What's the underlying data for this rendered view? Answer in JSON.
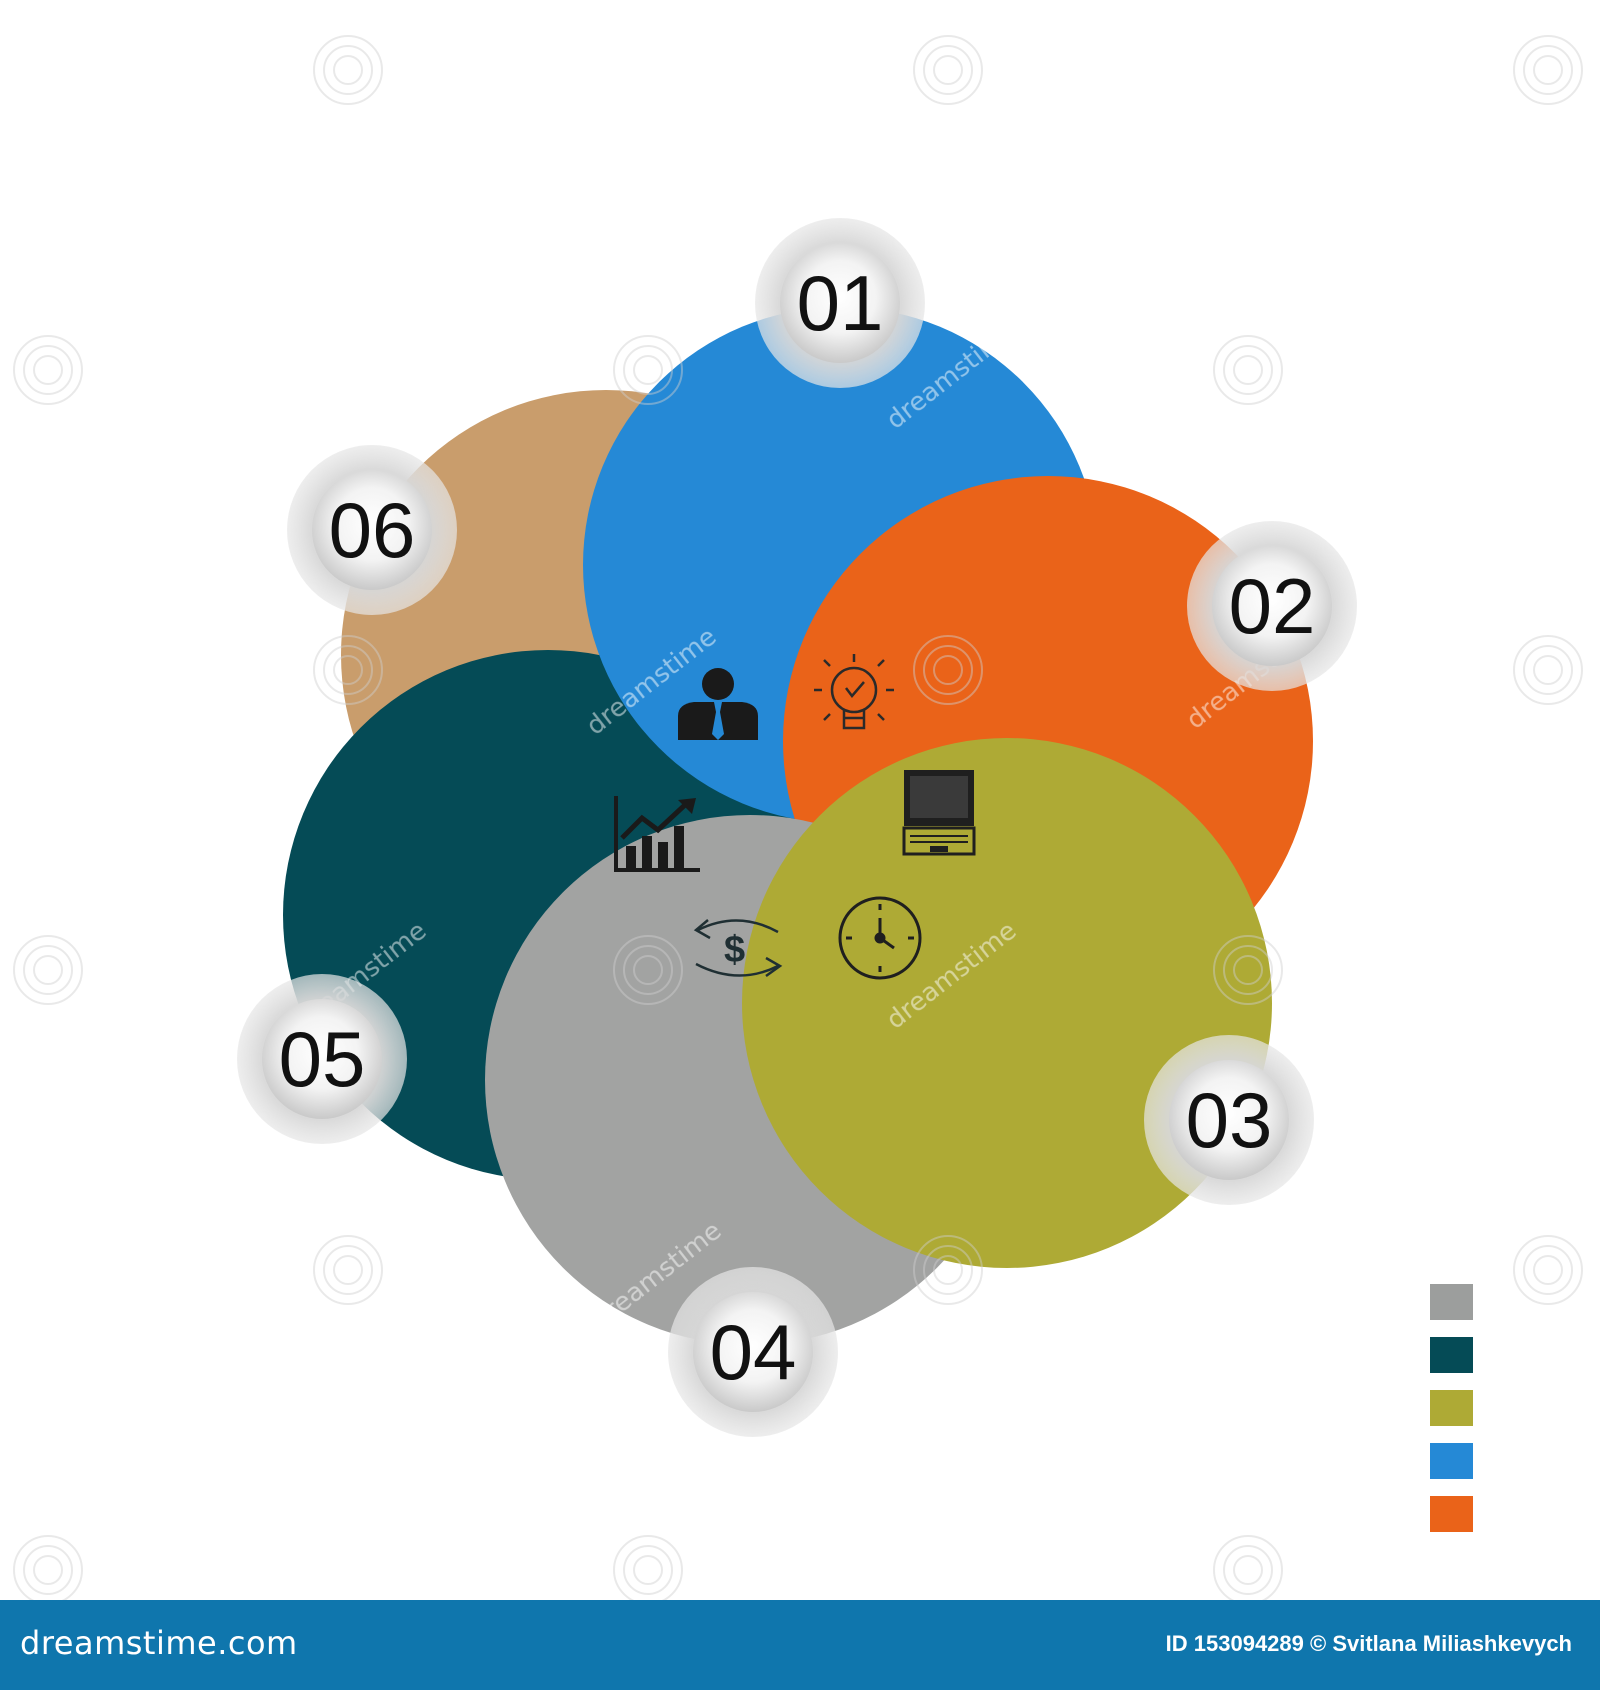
{
  "steps": [
    {
      "number": "01",
      "color": "#2589d6",
      "icon": "businessman-icon"
    },
    {
      "number": "02",
      "color": "#ea6319",
      "icon": "lightbulb-icon"
    },
    {
      "number": "03",
      "color": "#aeaa35",
      "icon": "laptop-icon"
    },
    {
      "number": "04",
      "color": "#a2a3a2",
      "icon": "clock-icon"
    },
    {
      "number": "05",
      "color": "#054b56",
      "icon": "money-exchange-icon"
    },
    {
      "number": "06",
      "color": "#c99d6c",
      "icon": "growth-chart-icon"
    }
  ],
  "legend_swatches": [
    {
      "color": "#9c9e9d"
    },
    {
      "color": "#054b56"
    },
    {
      "color": "#aeaa35"
    },
    {
      "color": "#2589d6"
    },
    {
      "color": "#ea6319"
    }
  ],
  "watermark": {
    "text": "dreamstime"
  },
  "footer": {
    "site": "dreamstime.com",
    "credit": "ID 153094289 © Svitlana Miliashkevych"
  }
}
